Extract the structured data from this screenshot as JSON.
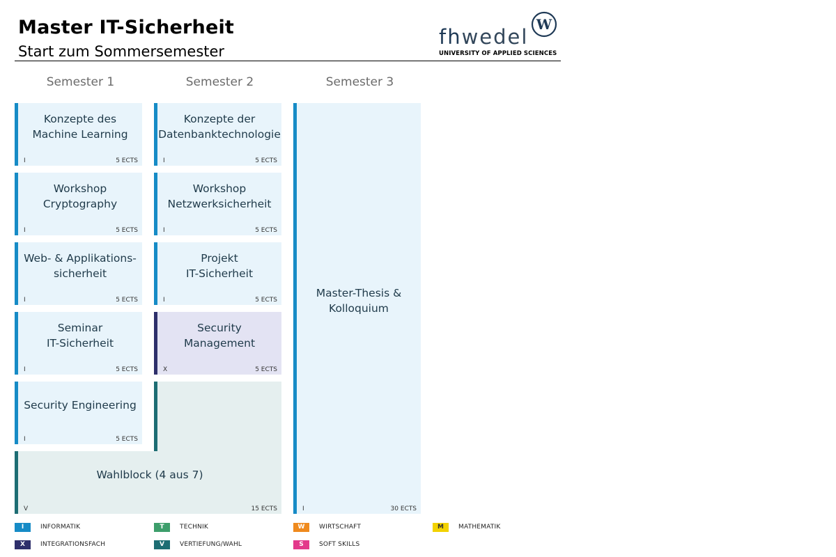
{
  "header": {
    "title": "Master IT-Sicherheit",
    "subtitle": "Start zum Sommersemester"
  },
  "logo": {
    "wordmark_fh": "fh",
    "wordmark_rest": "wedel",
    "tagline": "UNIVERSITY OF APPLIED SCIENCES",
    "mark_letter": "W"
  },
  "semesters": [
    "Semester 1",
    "Semester 2",
    "Semester 3"
  ],
  "courses": {
    "s1": [
      {
        "name": "Konzepte des\nMachine Learning",
        "code": "I",
        "ects": "5 ECTS"
      },
      {
        "name": "Workshop\nCryptography",
        "code": "I",
        "ects": "5 ECTS"
      },
      {
        "name": "Web- & Applikations-\nsicherheit",
        "code": "I",
        "ects": "5 ECTS"
      },
      {
        "name": "Seminar\nIT-Sicherheit",
        "code": "I",
        "ects": "5 ECTS"
      },
      {
        "name": "Security Engineering",
        "code": "I",
        "ects": "5 ECTS"
      }
    ],
    "s2": [
      {
        "name": "Konzepte der\nDatenbanktechnologie",
        "code": "I",
        "ects": "5 ECTS"
      },
      {
        "name": "Workshop\nNetzwerksicherheit",
        "code": "I",
        "ects": "5 ECTS"
      },
      {
        "name": "Projekt\nIT-Sicherheit",
        "code": "I",
        "ects": "5 ECTS"
      },
      {
        "name": "Security Management",
        "code": "X",
        "ects": "5 ECTS"
      }
    ],
    "wahlblock": {
      "name": "Wahlblock (4 aus 7)",
      "code": "V",
      "ects": "15 ECTS"
    },
    "thesis": {
      "name": "Master-Thesis &\nKolloquium",
      "code": "I",
      "ects": "30 ECTS"
    }
  },
  "legend": [
    {
      "key": "I",
      "label": "INFORMATIK",
      "color": "#168bc6"
    },
    {
      "key": "T",
      "label": "TECHNIK",
      "color": "#3d9e6b"
    },
    {
      "key": "W",
      "label": "WIRTSCHAFT",
      "color": "#ef8a1e"
    },
    {
      "key": "M",
      "label": "MATHEMATIK",
      "color": "#f2d200"
    },
    {
      "key": "X",
      "label": "INTEGRATIONSFACH",
      "color": "#2e2f6b"
    },
    {
      "key": "V",
      "label": "VERTIEFUNG/WAHL",
      "color": "#1d6d73"
    },
    {
      "key": "S",
      "label": "SOFT SKILLS",
      "color": "#e3398b"
    }
  ]
}
